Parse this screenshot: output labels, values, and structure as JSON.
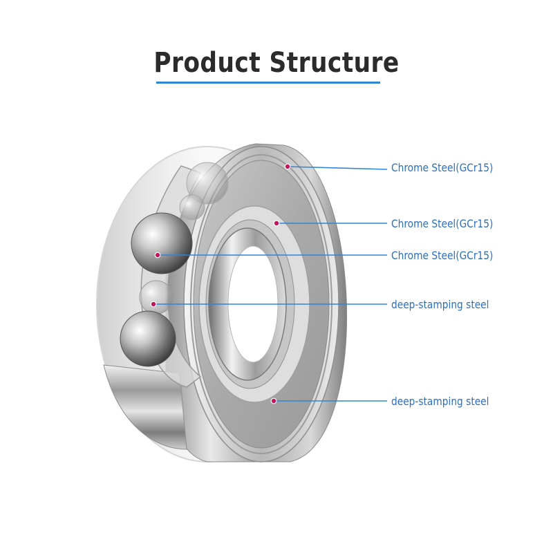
{
  "title": "Product Structure",
  "colors": {
    "accent": "#2f86d6",
    "label_text": "#2a6fc0",
    "marker": "#c2185b"
  },
  "callouts": [
    {
      "part": "outer-ring",
      "label": "Chrome Steel(GCr15)"
    },
    {
      "part": "inner-ring",
      "label": "Chrome Steel(GCr15)"
    },
    {
      "part": "steel-ball",
      "label": "Chrome Steel(GCr15)"
    },
    {
      "part": "cage",
      "label": "deep-stamping steel"
    },
    {
      "part": "shield",
      "label": "deep-stamping steel"
    }
  ]
}
